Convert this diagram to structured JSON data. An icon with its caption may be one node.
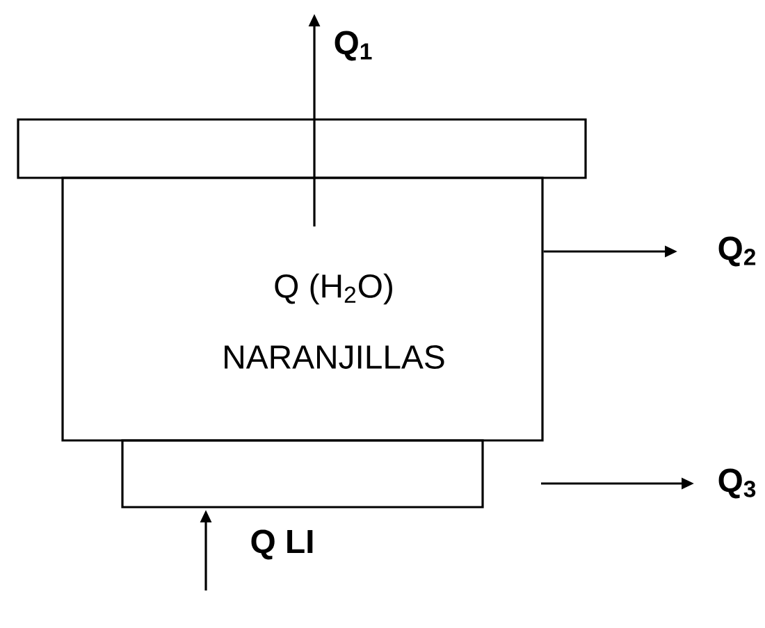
{
  "diagram": {
    "nodes": [
      {
        "text": [],
        "shape": "box"
      },
      {
        "text": [
          "Q (H$_{2}$O)",
          "NARANJILLAS"
        ]
      },
      {
        "text": [],
        "shape": "box"
      },
      {
        "text": [
          "Q$_{2}$"
        ]
      },
      {
        "text": [
          "Q$_{3}$"
        ]
      }
    ],
    "edges": [
      {
        "from": 1,
        "to": null,
        "arrow": "to",
        "label": "Q$_{1}$"
      },
      {
        "from": 1,
        "to": 3,
        "arrow": "to"
      },
      {
        "from": null,
        "to": 4,
        "arrow": "to"
      },
      {
        "from": null,
        "to": 2,
        "arrow": "to",
        "label": "Q LI"
      }
    ]
  }
}
